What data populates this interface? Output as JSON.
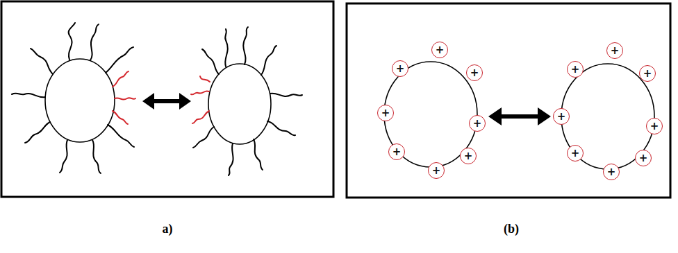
{
  "diagram": {
    "nodes": [
      {
        "text": [
          "+"
        ]
      },
      {
        "text": [
          "+"
        ]
      },
      {
        "text": [
          "+"
        ]
      },
      {
        "text": [
          "+"
        ]
      },
      {
        "text": [
          "+"
        ]
      },
      {
        "text": [
          "+"
        ]
      },
      {
        "text": [
          "+"
        ]
      },
      {
        "text": [
          "+"
        ]
      },
      {
        "text": [
          "+"
        ]
      },
      {
        "text": [
          "+"
        ]
      },
      {
        "text": [
          "+"
        ]
      },
      {
        "text": [
          "+"
        ]
      },
      {
        "text": [
          "+"
        ]
      },
      {
        "text": [
          "+"
        ]
      },
      {
        "text": [
          "+"
        ]
      },
      {
        "text": [
          "+"
        ]
      }
    ],
    "labels": [
      "a)",
      "(b)"
    ]
  }
}
